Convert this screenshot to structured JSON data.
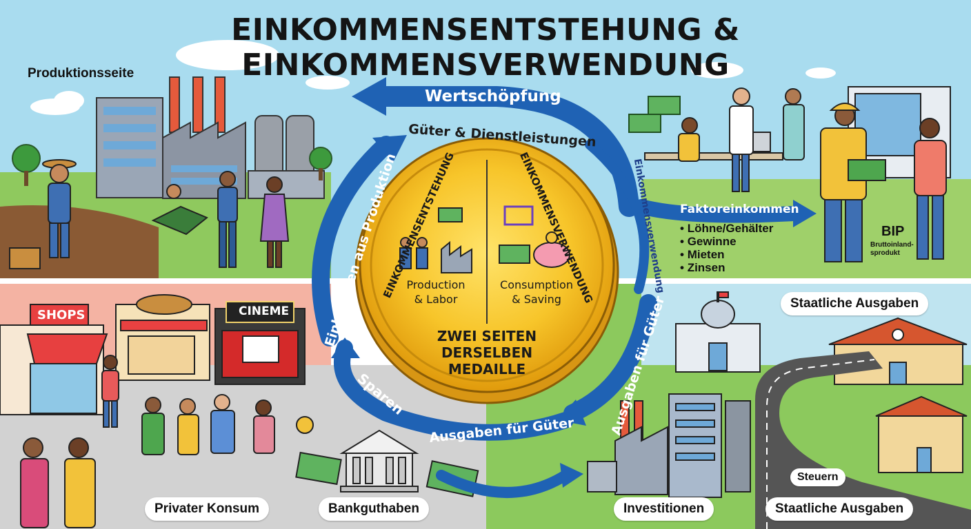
{
  "title": "EINKOMMENSENTSTEHUNG & EINKOMMENSVERWENDUNG",
  "production_side": "Produktionsseite",
  "flows": {
    "wertschoepfung": "Wertschöpfung",
    "gueter_dienstleistungen": "Güter & Dienstleistungen",
    "einkommen_aus_produktion": "Einkommen aus Produktion",
    "einkommensverwendung_right": "Einkommensverwendung",
    "faktoreinkommen": "Faktoreinkommen",
    "ausgaben_fuer_gueter_right": "Ausgaben für Güter",
    "ausgaben_fuer_gueter_bottom": "Ausgaben für Güter",
    "sparen": "Sparen"
  },
  "faktoreinkommen_items": [
    "Löhne/Gehälter",
    "Gewinne",
    "Mieten",
    "Zinsen"
  ],
  "bip": {
    "abbr": "BIP",
    "full": "Bruttoinland-sprodukt"
  },
  "coin": {
    "left_arc": "EINKOMMENSENTSTEHUNG",
    "right_arc": "EINKOMMENSVERWENDUNG",
    "left_caption": [
      "Production",
      "& Labor"
    ],
    "right_caption": [
      "Consumption",
      "& Saving"
    ],
    "center": [
      "ZWEI SEITEN",
      "DERSELBEN",
      "MEDAILLE"
    ]
  },
  "signs": {
    "shops": "SHOPS",
    "cinema": "CINEME"
  },
  "bottom_labels": {
    "privater_konsum": "Privater Konsum",
    "bankguthaben": "Bankguthaben",
    "investitionen": "Investitionen",
    "staatliche_ausgaben_bottom": "Staatliche Ausgaben",
    "staatliche_ausgaben_top": "Staatliche Ausgaben",
    "steuern": "Steuern"
  },
  "colors": {
    "sky": "#a9dcef",
    "grass": "#8cc95d",
    "arrow_blue": "#1f62b4",
    "coin_gold": "#f6c426",
    "shop_pink": "#f4b3a3",
    "street_gray": "#cfcfcf"
  }
}
